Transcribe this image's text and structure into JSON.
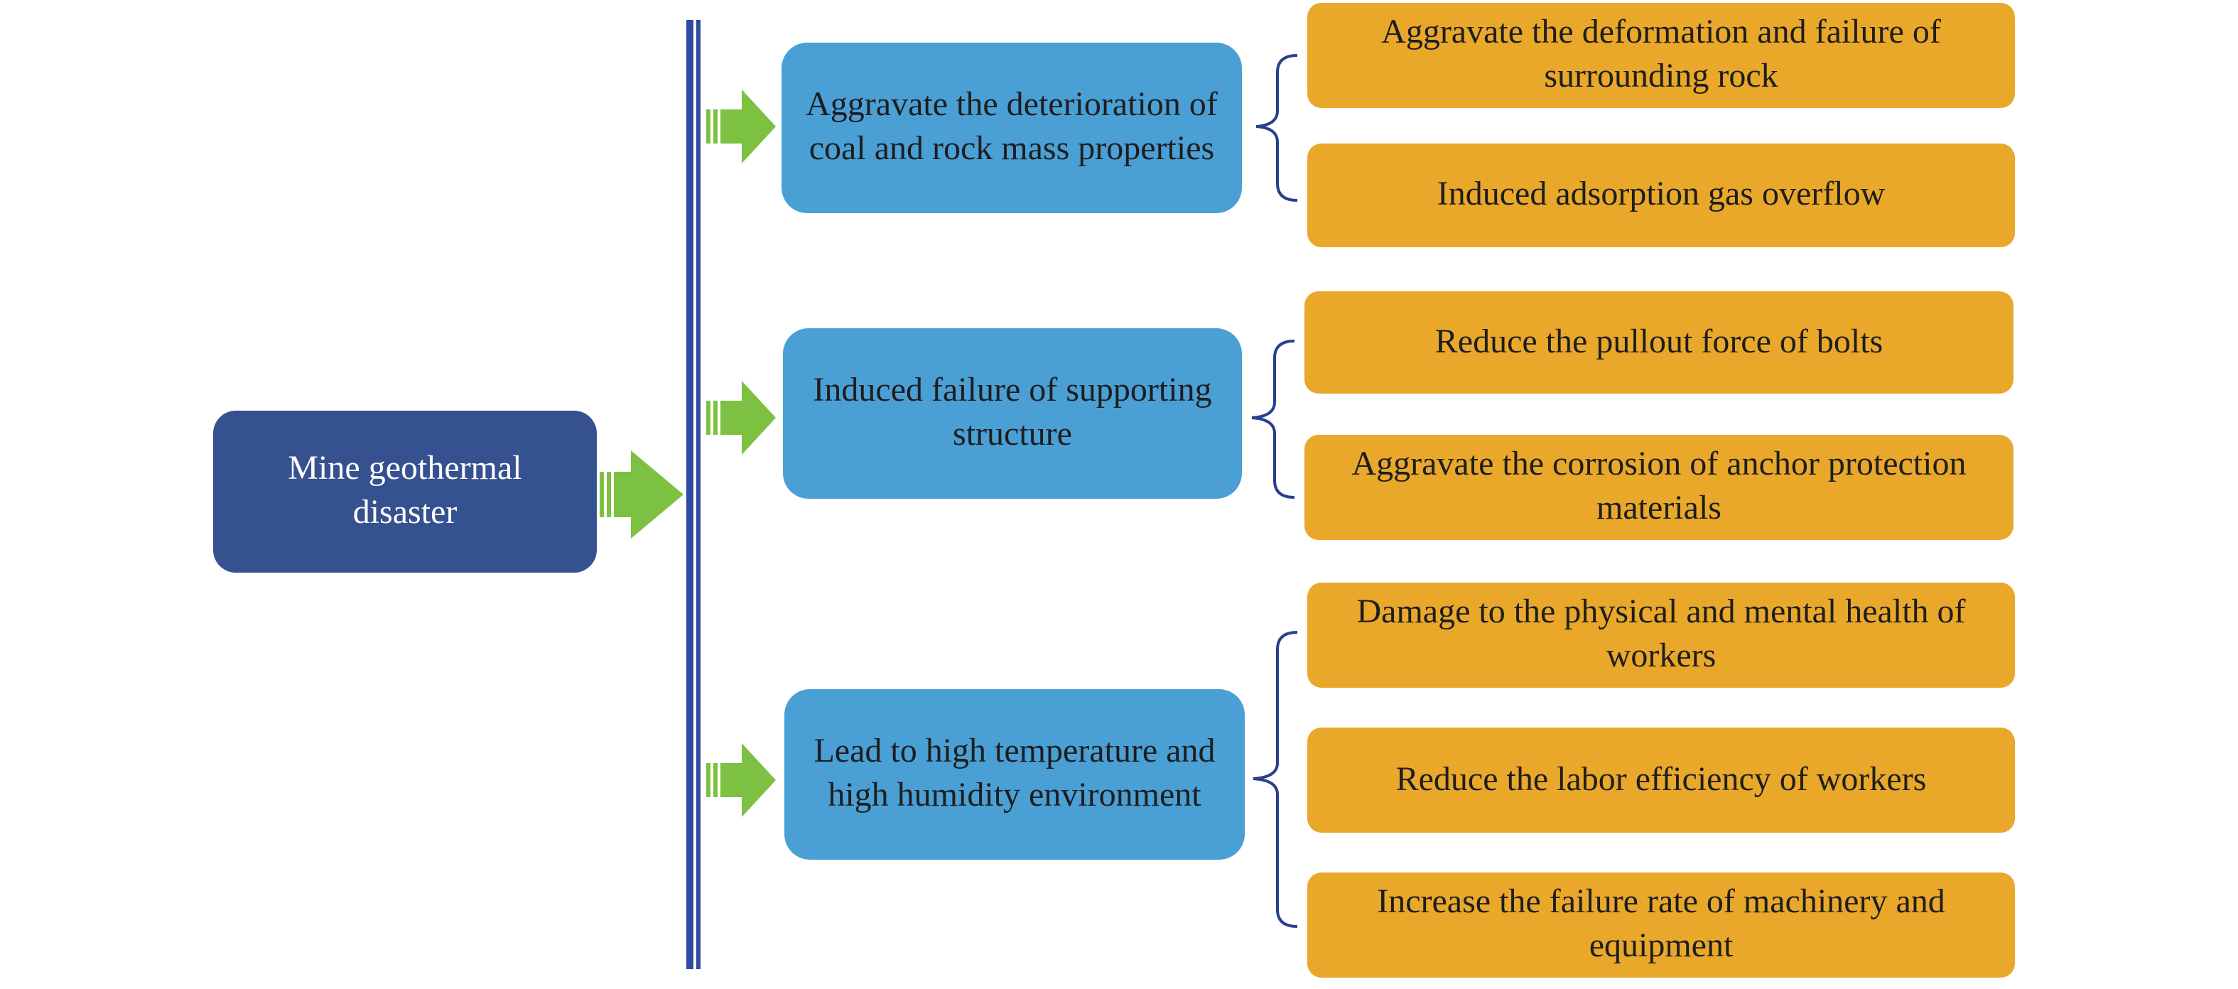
{
  "root": {
    "label": "Mine geothermal disaster"
  },
  "branches": [
    {
      "label": "Aggravate the deterioration of coal and rock mass properties",
      "effects": [
        "Aggravate the deformation and failure of surrounding rock",
        "Induced adsorption gas overflow"
      ]
    },
    {
      "label": "Induced failure of supporting structure",
      "effects": [
        "Reduce the pullout force of bolts",
        "Aggravate the corrosion of anchor protection materials"
      ]
    },
    {
      "label": "Lead to high temperature and high humidity environment",
      "effects": [
        "Damage to the physical and mental health of workers",
        "Reduce the labor efficiency of workers",
        "Increase the failure rate of machinery and equipment"
      ]
    }
  ],
  "colors": {
    "root_fill": "#36518f",
    "branch_fill": "#4a9fd5",
    "effect_fill": "#e9a82a",
    "arrow": "#7cc142",
    "trunk_line": "#2f4aa5",
    "bracket": "#2a3f8f"
  }
}
